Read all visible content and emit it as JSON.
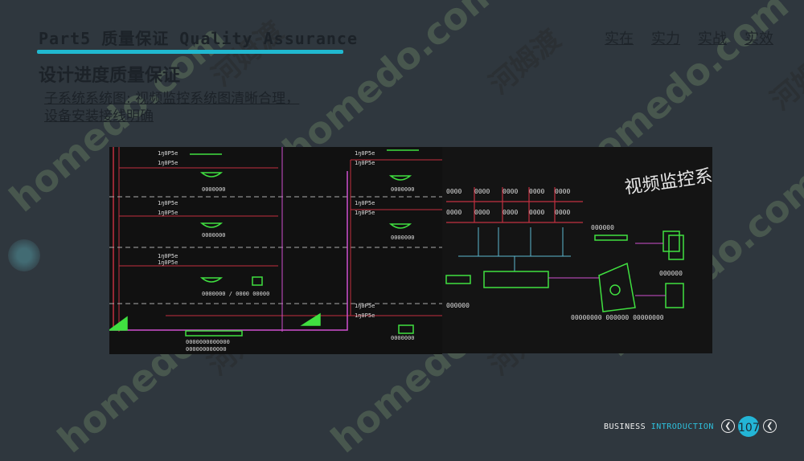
{
  "header": {
    "title": "Part5  质量保证  Quality Assurance",
    "slogan": [
      "实在",
      "实力",
      "实战",
      "实效"
    ]
  },
  "section": {
    "heading": "设计进度质量保证",
    "desc_label": "子系统系统图:",
    "desc_text": " 视频监控系统图清晰合理，设备安装接线明确"
  },
  "diagram": {
    "left_labels": [
      "1ŋ0P5e",
      "1ŋ0P5e",
      "1ŋ0P5e",
      "1ŋ0P5e",
      "1ŋ0P5e"
    ],
    "right_title": "视频监控系统"
  },
  "footer": {
    "business": "BUSINESS",
    "introduction": "INTRODUCTION",
    "page": "107",
    "prev_icon": "chevron-left-icon",
    "next_icon": "chevron-left-icon"
  },
  "watermark": {
    "latin": "homedo.com",
    "cn": "河姆渡"
  },
  "colors": {
    "background": "#2f373e",
    "accent": "#20b8d0",
    "page_badge": "#23b5d6"
  }
}
